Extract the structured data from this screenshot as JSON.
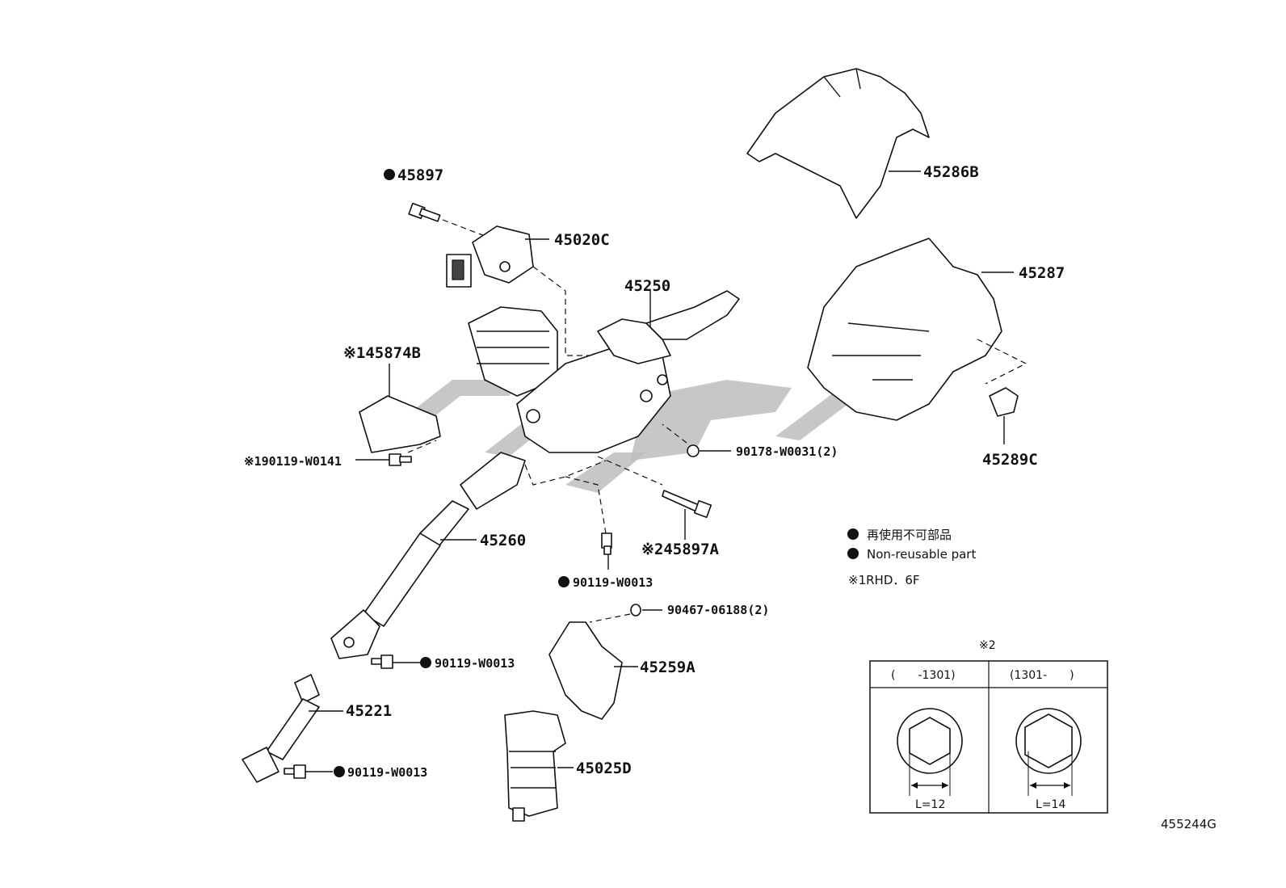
{
  "labels": {
    "p45897": "45897",
    "p45020C": "45020C",
    "p45250": "45250",
    "p45286B": "45286B",
    "p45287": "45287",
    "p45289C": "45289C",
    "p45874B": "※145874B",
    "p90119_W0141": "※190119-W0141",
    "p90178_W0031": "90178-W0031(2)",
    "p45260": "45260",
    "p45897A": "※245897A",
    "p90119_W0013_a": "90119-W0013",
    "p90467_06188": "90467-06188(2)",
    "p45259A": "45259A",
    "p90119_W0013_b": "90119-W0013",
    "p45221": "45221",
    "p90119_W0013_c": "90119-W0013",
    "p45025D": "45025D"
  },
  "legend": {
    "non_reusable_jp": "再使用不可部品",
    "non_reusable_en": "Non-reusable part",
    "note1": "※1RHD．6F"
  },
  "detail_table": {
    "title": "※2",
    "left_header": "(　　-1301)",
    "right_header": "(1301-　　)",
    "left_dim": "L=12",
    "right_dim": "L=14"
  },
  "figure_id": "455244G"
}
